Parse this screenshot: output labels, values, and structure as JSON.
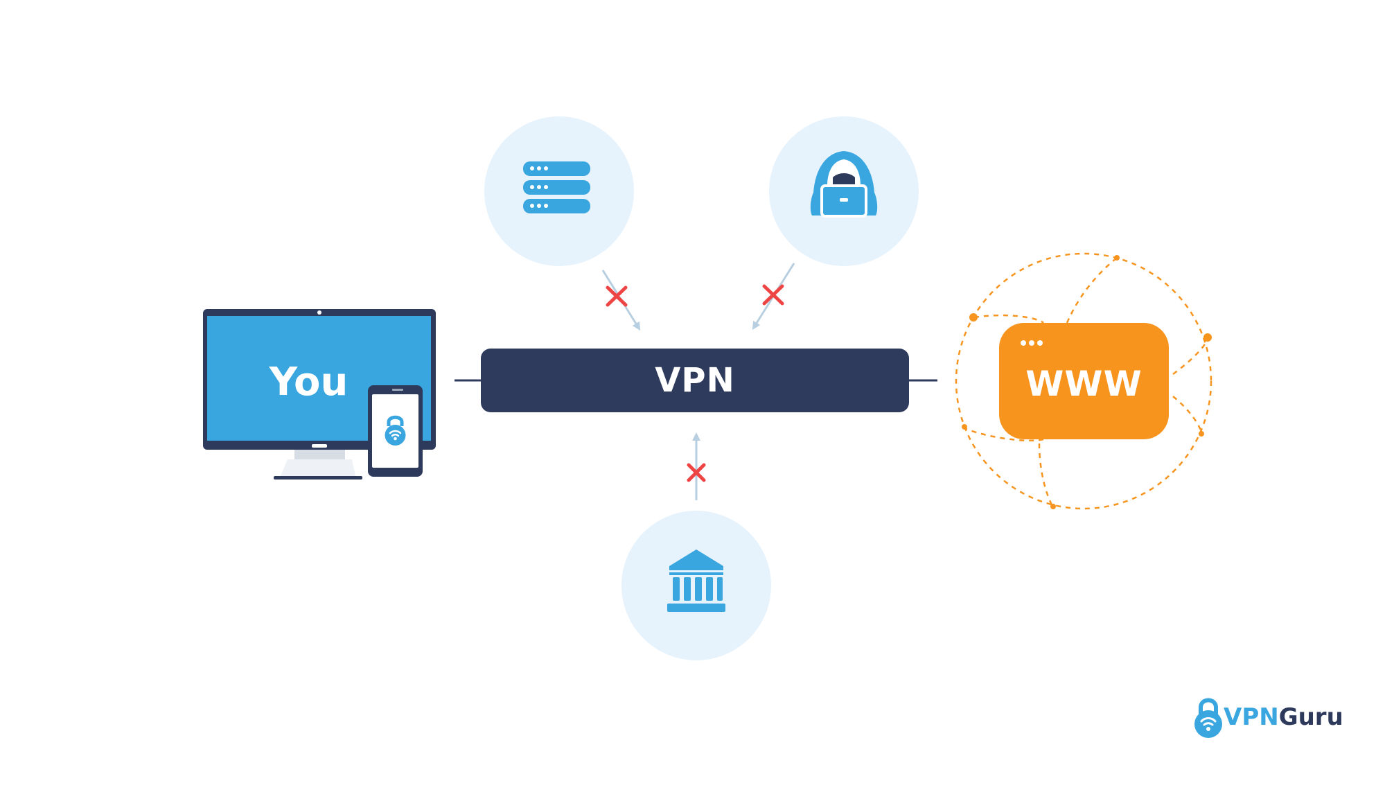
{
  "diagram": {
    "device_label": "You",
    "tunnel_label": "VPN",
    "destination_label": "WWW",
    "blocked_parties": [
      {
        "icon": "server-icon"
      },
      {
        "icon": "hacker-icon"
      },
      {
        "icon": "government-building-icon"
      }
    ]
  },
  "brand": {
    "logo_text_primary": "VPN",
    "logo_text_secondary": "Guru"
  },
  "colors": {
    "vpn_bar": "#2f3b5d",
    "device_blue": "#39a6e0",
    "www_orange": "#f7941d",
    "circle_bg": "#e6f3fd",
    "blocked_x": "#ef4444",
    "arrow": "#b7cfe0"
  }
}
